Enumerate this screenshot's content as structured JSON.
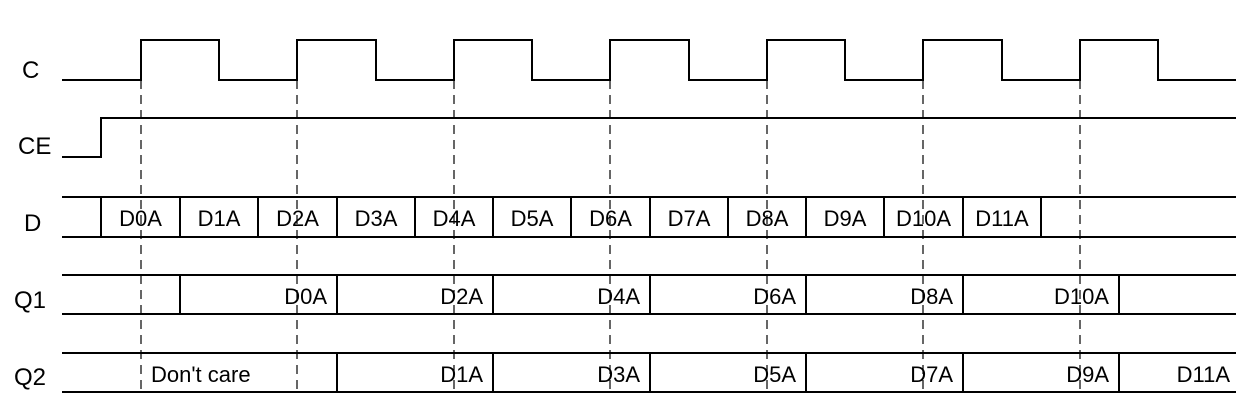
{
  "signals": {
    "C": "C",
    "CE": "CE",
    "D": "D",
    "Q1": "Q1",
    "Q2": "Q2"
  },
  "d_cells": [
    "D0A",
    "D1A",
    "D2A",
    "D3A",
    "D4A",
    "D5A",
    "D6A",
    "D7A",
    "D8A",
    "D9A",
    "D10A",
    "D11A"
  ],
  "q1_cells": [
    "D0A",
    "D2A",
    "D4A",
    "D6A",
    "D8A",
    "D10A"
  ],
  "q2_cells": [
    "Don't care",
    "D1A",
    "D3A",
    "D5A",
    "D7A",
    "D9A",
    "D11A"
  ]
}
